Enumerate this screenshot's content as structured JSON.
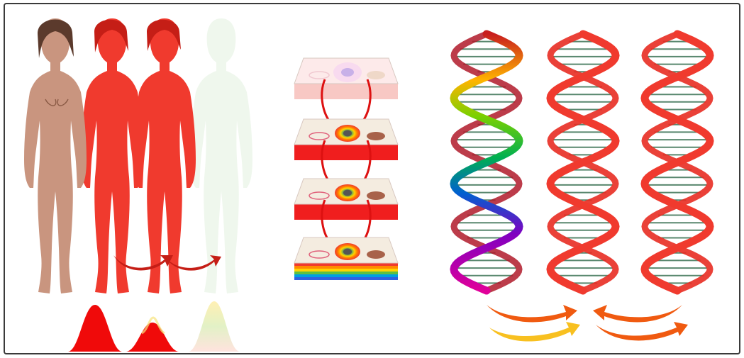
{
  "figure": {
    "panels": [
      {
        "name": "body-silhouettes-panel",
        "figures": [
          "natural-skin-figure",
          "red-figure-1",
          "red-figure-2",
          "faded-figure"
        ]
      },
      {
        "name": "cell-layers-panel",
        "layers": 4
      },
      {
        "name": "dna-helix-panel",
        "helices": [
          "rainbow-dna-helix",
          "red-dna-helix-1",
          "red-dna-helix-2"
        ]
      }
    ],
    "colors": {
      "skin": "#c9957f",
      "skin_dark": "#8a5a45",
      "hair_dark": "#5b3a2c",
      "red": "#f03a2e",
      "red_dark": "#c51e16",
      "red_light": "#ff5a4a",
      "faded": "#e3f1e0",
      "dna_rung": "#2f6a4a",
      "arrow_orange": "#f05a10",
      "arrow_yellow": "#f8e020",
      "border": "#3a3a3a"
    },
    "icons": [
      "curved-red-arrow-icon",
      "red-peak-icon",
      "rainbow-peak-icon",
      "orange-swap-arrow-icon"
    ]
  }
}
